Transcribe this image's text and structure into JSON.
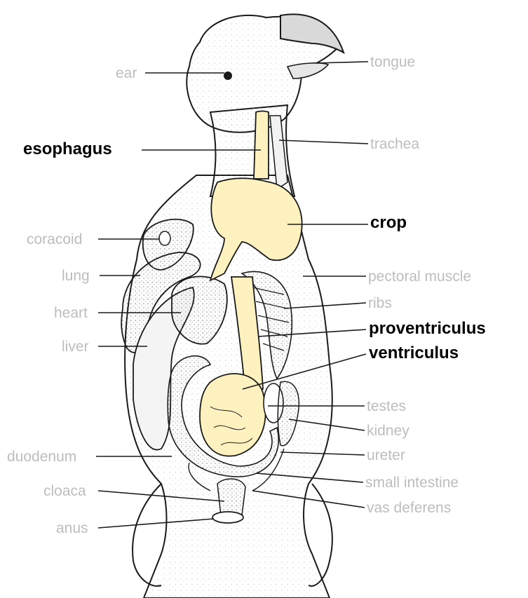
{
  "labels": {
    "ear": "ear",
    "tongue": "tongue",
    "esophagus": "esophagus",
    "trachea": "trachea",
    "crop": "crop",
    "coracoid": "coracoid",
    "lung": "lung",
    "pectoral_muscle": "pectoral muscle",
    "heart": "heart",
    "ribs": "ribs",
    "proventriculus": "proventriculus",
    "liver": "liver",
    "ventriculus": "ventriculus",
    "testes": "testes",
    "kidney": "kidney",
    "duodenum": "duodenum",
    "ureter": "ureter",
    "small_intestine": "small intestine",
    "cloaca": "cloaca",
    "vas_deferens": "vas deferens",
    "anus": "anus"
  },
  "colors": {
    "digestive_highlight": "#fdf1c0",
    "label_gray": "#bdbdbd",
    "label_bold": "#000000",
    "outline": "#1a1a1a"
  }
}
